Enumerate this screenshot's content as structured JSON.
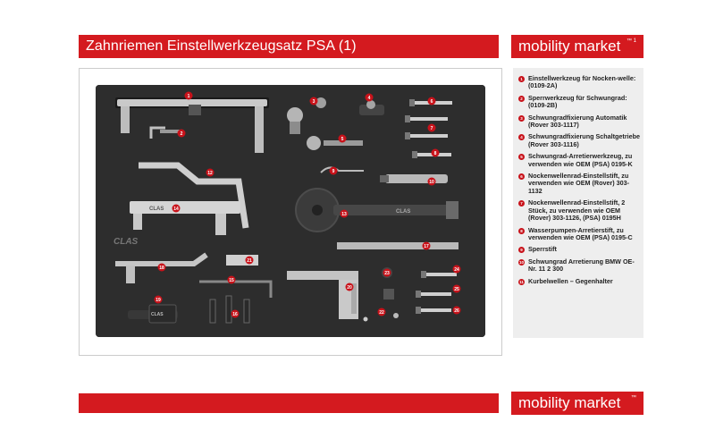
{
  "header": {
    "title": "Zahnriemen Einstellwerkzeugsatz PSA (1)",
    "brand": "mobility market",
    "brand_mark": "™ 1"
  },
  "footer": {
    "brand": "mobility market",
    "brand_mark": "™"
  },
  "photo": {
    "tray_logo": "CLAS"
  },
  "legend": {
    "items": [
      {
        "num": "1",
        "text": "Einstellwerkzeug für Nocken-welle: (0109-2A)"
      },
      {
        "num": "2",
        "text": "Sperrwerkzeug für Schwungrad: (0109-2B)"
      },
      {
        "num": "3",
        "text": "Schwungradfixierung Automatik (Rover 303-1117)"
      },
      {
        "num": "4",
        "text": "Schwungradfixierung Schaltgetriebe (Rover 303-1116)"
      },
      {
        "num": "5",
        "text": "Schwungrad-Arretierwerkzeug, zu verwenden wie OEM (PSA) 0195-K"
      },
      {
        "num": "6",
        "text": "Nockenwellenrad-Einstellstift, zu verwenden wie OEM (Rover) 303-1132"
      },
      {
        "num": "7",
        "text": "Nockenwellenrad-Einstellstift, 2 Stück, zu verwenden wie OEM (Rover) 303-1126, (PSA) 0195H"
      },
      {
        "num": "8",
        "text": "Wasserpumpen-Arretierstift, zu verwenden wie OEM (PSA) 0195-C"
      },
      {
        "num": "9",
        "text": "Sperrstift"
      },
      {
        "num": "10",
        "text": "Schwungrad Arretierung BMW OE-Nr. 11 2 300"
      },
      {
        "num": "11",
        "text": "Kurbelwellen – Gegenhalter"
      }
    ]
  },
  "colors": {
    "accent": "#d41a1f",
    "legend_bg": "#eeeeee",
    "tray": "#2b2b2b"
  }
}
